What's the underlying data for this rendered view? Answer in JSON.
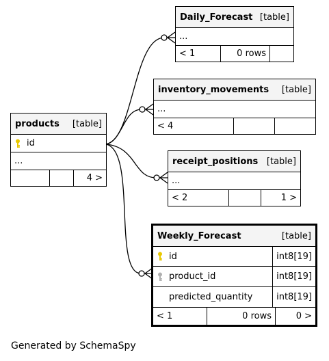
{
  "tables": {
    "daily_forecast": {
      "name": "Daily_Forecast",
      "kind": "[table]",
      "columns": [
        "..."
      ],
      "footer": {
        "children": "< 1",
        "rows": "0 rows",
        "parents": ""
      }
    },
    "inventory_movements": {
      "name": "inventory_movements",
      "kind": "[table]",
      "columns": [
        "..."
      ],
      "footer": {
        "children": "< 4",
        "rows": "",
        "parents": ""
      }
    },
    "products": {
      "name": "products",
      "kind": "[table]",
      "columns": [
        "id",
        "..."
      ],
      "footer": {
        "children": "",
        "rows": "",
        "parents": "4 >"
      }
    },
    "receipt_positions": {
      "name": "receipt_positions",
      "kind": "[table]",
      "columns": [
        "..."
      ],
      "footer": {
        "children": "< 2",
        "rows": "",
        "parents": "1 >"
      }
    },
    "weekly_forecast": {
      "name": "Weekly_Forecast",
      "kind": "[table]",
      "columns": [
        {
          "name": "id",
          "type": "int8[19]",
          "key": "primary"
        },
        {
          "name": "product_id",
          "type": "int8[19]",
          "key": "foreign"
        },
        {
          "name": "predicted_quantity",
          "type": "int8[19]",
          "key": "none"
        }
      ],
      "footer": {
        "children": "< 1",
        "rows": "0 rows",
        "parents": "0 >"
      }
    }
  },
  "colors": {
    "primary_key": "#e8c800",
    "foreign_key": "#b0b0b0",
    "header_bg": "#f4f4f4"
  },
  "footer_text": "Generated by SchemaSpy"
}
